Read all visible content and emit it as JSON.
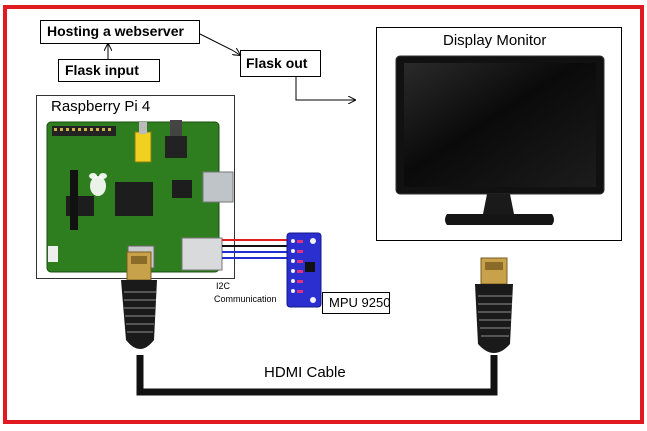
{
  "labels": {
    "hosting": "Hosting a webserver",
    "flask_input": "Flask input",
    "flask_out": "Flask out",
    "raspberry": "Raspberry Pi 4",
    "display": "Display Monitor",
    "i2c_line1": "I2C",
    "i2c_line2": "Communication",
    "mpu": "MPU 9250",
    "hdmi": "HDMI Cable"
  },
  "colors": {
    "frame": "#e11a22",
    "pcb": "#2e7d1e",
    "sensor_board": "#2b2fd0",
    "wire_red": "#e02020",
    "wire_blue": "#2030d0",
    "wire_black": "#111111",
    "hdmi_connector": "#c8a24a",
    "hdmi_body": "#1a1a1a"
  },
  "icons": {
    "raspberry_logo": "raspberry-icon",
    "monitor": "monitor-icon",
    "hdmi_plug": "hdmi-plug-icon"
  }
}
